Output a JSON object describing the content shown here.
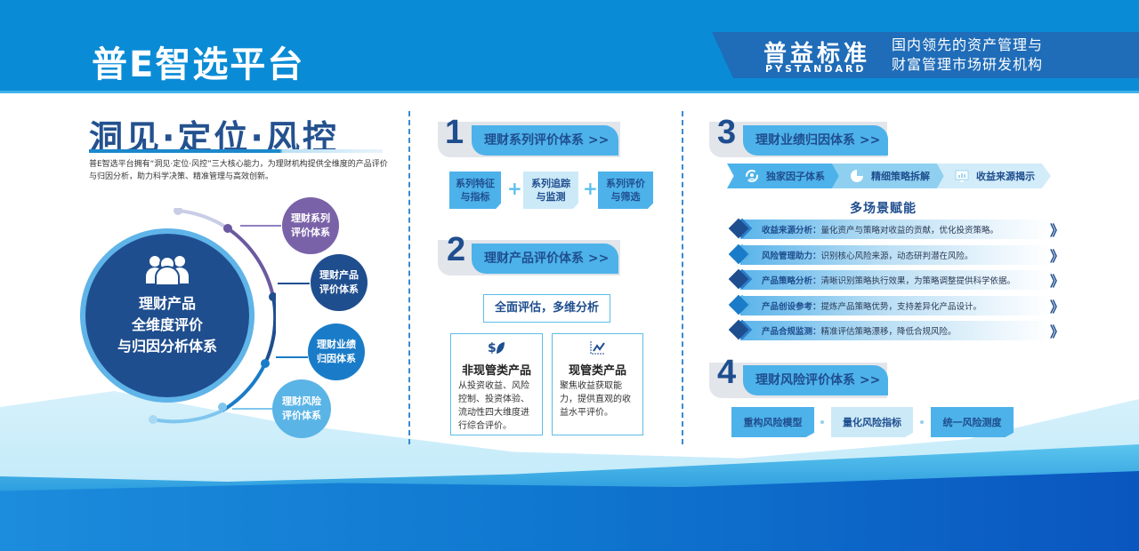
{
  "header": {
    "title": "普E智选平台",
    "logo_cn": "普益标准",
    "logo_en": "PYSTANDARD",
    "tagline_line1": "国内领先的资产管理与",
    "tagline_line2": "财富管理市场研发机构"
  },
  "colors": {
    "header_blue": "#0a8bd6",
    "navy": "#1f4e8f",
    "accent_blue": "#4db2ea",
    "light_blue": "#cce9f8",
    "purple": "#7a62a8"
  },
  "left": {
    "heading": "洞见·定位·风控",
    "desc": "普E智选平台拥有“洞见·定位·风控”三大核心能力，为理财机构提供全维度的产品评价与归因分析，助力科学决策、精准管理与高效创新。",
    "center_icon": "people-group-icon",
    "center_line1": "理财产品",
    "center_line2": "全维度评价",
    "center_line3": "与归因分析体系",
    "nodes": [
      {
        "line1": "理财系列",
        "line2": "评价体系",
        "color": "#7a62a8"
      },
      {
        "line1": "理财产品",
        "line2": "评价体系",
        "color": "#1f4e8f"
      },
      {
        "line1": "理财业绩",
        "line2": "归因体系",
        "color": "#1a7cc8"
      },
      {
        "line1": "理财风险",
        "line2": "评价体系",
        "color": "#5bb4e6"
      }
    ]
  },
  "section1": {
    "number": "1",
    "title": "理财系列评价体系 >>",
    "chips": [
      {
        "line1": "系列特征",
        "line2": "与指标"
      },
      {
        "line1": "系列追踪",
        "line2": "与监测"
      },
      {
        "line1": "系列评价",
        "line2": "与筛选"
      }
    ],
    "plus": "+"
  },
  "section2": {
    "number": "2",
    "title": "理财产品评价体系 >>",
    "subtitle": "全面评估，多维分析",
    "cards": [
      {
        "icon": "money-leaf-icon",
        "title": "非现管类产品",
        "body": "从投资收益、风险控制、投资体验、流动性四大维度进行综合评价。"
      },
      {
        "icon": "trend-chart-icon",
        "title": "现管类产品",
        "body": "聚焦收益获取能力，提供直观的收益水平评价。"
      }
    ]
  },
  "section3": {
    "number": "3",
    "title": "理财业绩归因体系 >>",
    "steps": [
      {
        "icon": "cycle-icon",
        "label": "独家因子体系"
      },
      {
        "icon": "pie-chart-icon",
        "label": "精细策略拆解"
      },
      {
        "icon": "monitor-chart-icon",
        "label": "收益来源揭示"
      }
    ],
    "multi_title": "多场景赋能",
    "rows": [
      {
        "key": "收益来源分析：",
        "text": "量化资产与策略对收益的贡献，优化投资策略。"
      },
      {
        "key": "风险管理助力：",
        "text": "识别核心风险来源，动态研判潜在风险。"
      },
      {
        "key": "产品策略分析：",
        "text": "清晰识别策略执行效果，为策略调整提供科学依据。"
      },
      {
        "key": "产品创设参考：",
        "text": "提炼产品策略优势，支持差异化产品设计。"
      },
      {
        "key": "产品合规监测：",
        "text": "精准评估策略漂移，降低合规风险。"
      }
    ],
    "chevron": "》"
  },
  "section4": {
    "number": "4",
    "title": "理财风险评价体系 >>",
    "chips": [
      "重构风险模型",
      "量化风险指标",
      "统一风险测度"
    ]
  }
}
